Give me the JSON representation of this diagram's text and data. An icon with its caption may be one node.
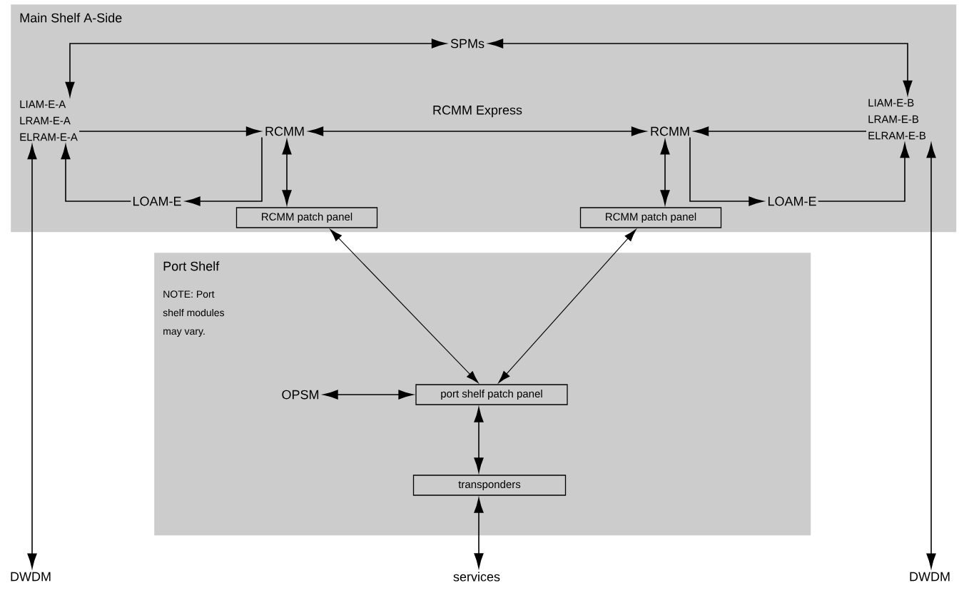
{
  "diagram": {
    "nodes": [
      {
        "text": [
          "Main Shelf A-Side"
        ]
      },
      {
        "text": [
          "SPMs"
        ],
        "in": 0
      },
      {
        "text": [
          "LIAM-E-A",
          "LRAM-E-A",
          "ELRAM-E-A"
        ],
        "in": 0
      },
      {
        "text": [
          "RCMM"
        ],
        "in": 0
      },
      {
        "text": [
          "RCMM"
        ],
        "in": 0
      },
      {
        "text": [
          "LIAM-E-B",
          "LRAM-E-B",
          "ELRAM-E-B"
        ],
        "in": 0
      },
      {
        "text": [
          "LOAM-E"
        ],
        "in": 0
      },
      {
        "text": [
          "RCMM patch panel"
        ],
        "in": 0
      },
      {
        "text": [
          "RCMM patch panel"
        ],
        "in": 0
      },
      {
        "text": [
          "LOAM-E"
        ],
        "in": 0
      },
      {
        "text": [
          "Port Shelf",
          "NOTE: Port shelf modules may vary."
        ]
      },
      {
        "text": [
          "OPSM"
        ],
        "in": 10
      },
      {
        "text": [
          "port shelf patch panel"
        ],
        "in": 10
      },
      {
        "text": [
          "transponders"
        ],
        "in": 10
      },
      {
        "text": [
          "DWDM"
        ]
      },
      {
        "text": [
          "services"
        ]
      },
      {
        "text": [
          "DWDM"
        ]
      }
    ],
    "edges": [
      {
        "from": 1,
        "to": 2,
        "arrow": "both"
      },
      {
        "from": 1,
        "to": 5,
        "arrow": "both"
      },
      {
        "from": 2,
        "to": 3,
        "arrow": "to"
      },
      {
        "from": 3,
        "to": 4,
        "arrow": "both",
        "label": "RCMM Express"
      },
      {
        "from": 5,
        "to": 4,
        "arrow": "to"
      },
      {
        "from": 3,
        "to": 6,
        "arrow": "to"
      },
      {
        "from": 6,
        "to": 2,
        "arrow": "to"
      },
      {
        "from": 3,
        "to": 7,
        "arrow": "both"
      },
      {
        "from": 4,
        "to": 8,
        "arrow": "both"
      },
      {
        "from": 4,
        "to": 9,
        "arrow": "to"
      },
      {
        "from": 9,
        "to": 5,
        "arrow": "to"
      },
      {
        "from": 7,
        "to": 12,
        "arrow": "both"
      },
      {
        "from": 8,
        "to": 12,
        "arrow": "both"
      },
      {
        "from": 11,
        "to": 12,
        "arrow": "both"
      },
      {
        "from": 12,
        "to": 13,
        "arrow": "both"
      },
      {
        "from": 13,
        "to": 15,
        "arrow": "both"
      },
      {
        "from": 2,
        "to": 14,
        "arrow": "both"
      },
      {
        "from": 5,
        "to": 16,
        "arrow": "both"
      }
    ]
  }
}
